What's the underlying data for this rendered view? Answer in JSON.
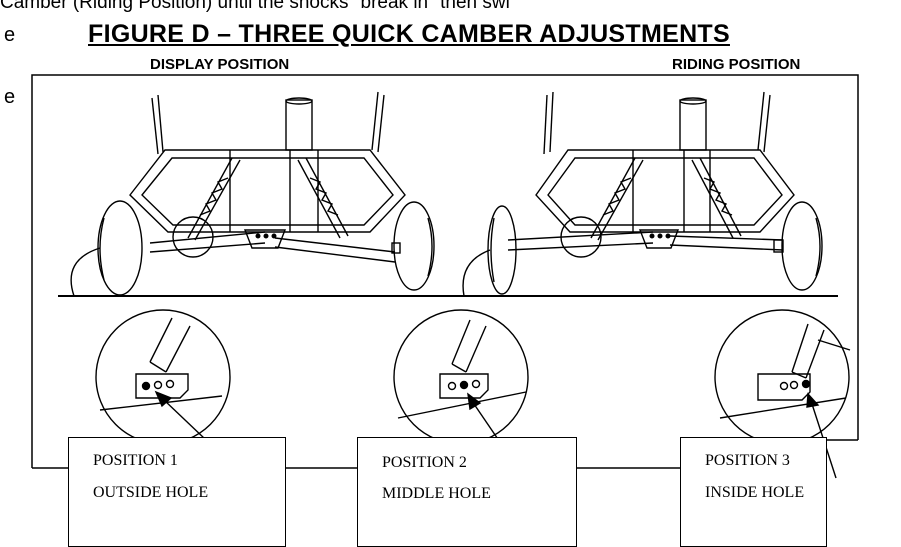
{
  "top_text": "Camber (Riding Position) until the shocks \"break in\" then swi",
  "left_fragments": [
    "e",
    "e"
  ],
  "figure_title": "FIGURE D – THREE QUICK CAMBER ADJUSTMENTS",
  "labels": {
    "display_position": "DISPLAY POSITION",
    "riding_position": "RIDING POSITION"
  },
  "positions": [
    {
      "title": "POSITION 1",
      "hole": "OUTSIDE HOLE"
    },
    {
      "title": "POSITION 2",
      "hole": "MIDDLE HOLE"
    },
    {
      "title": "POSITION 3",
      "hole": "INSIDE HOLE"
    }
  ]
}
